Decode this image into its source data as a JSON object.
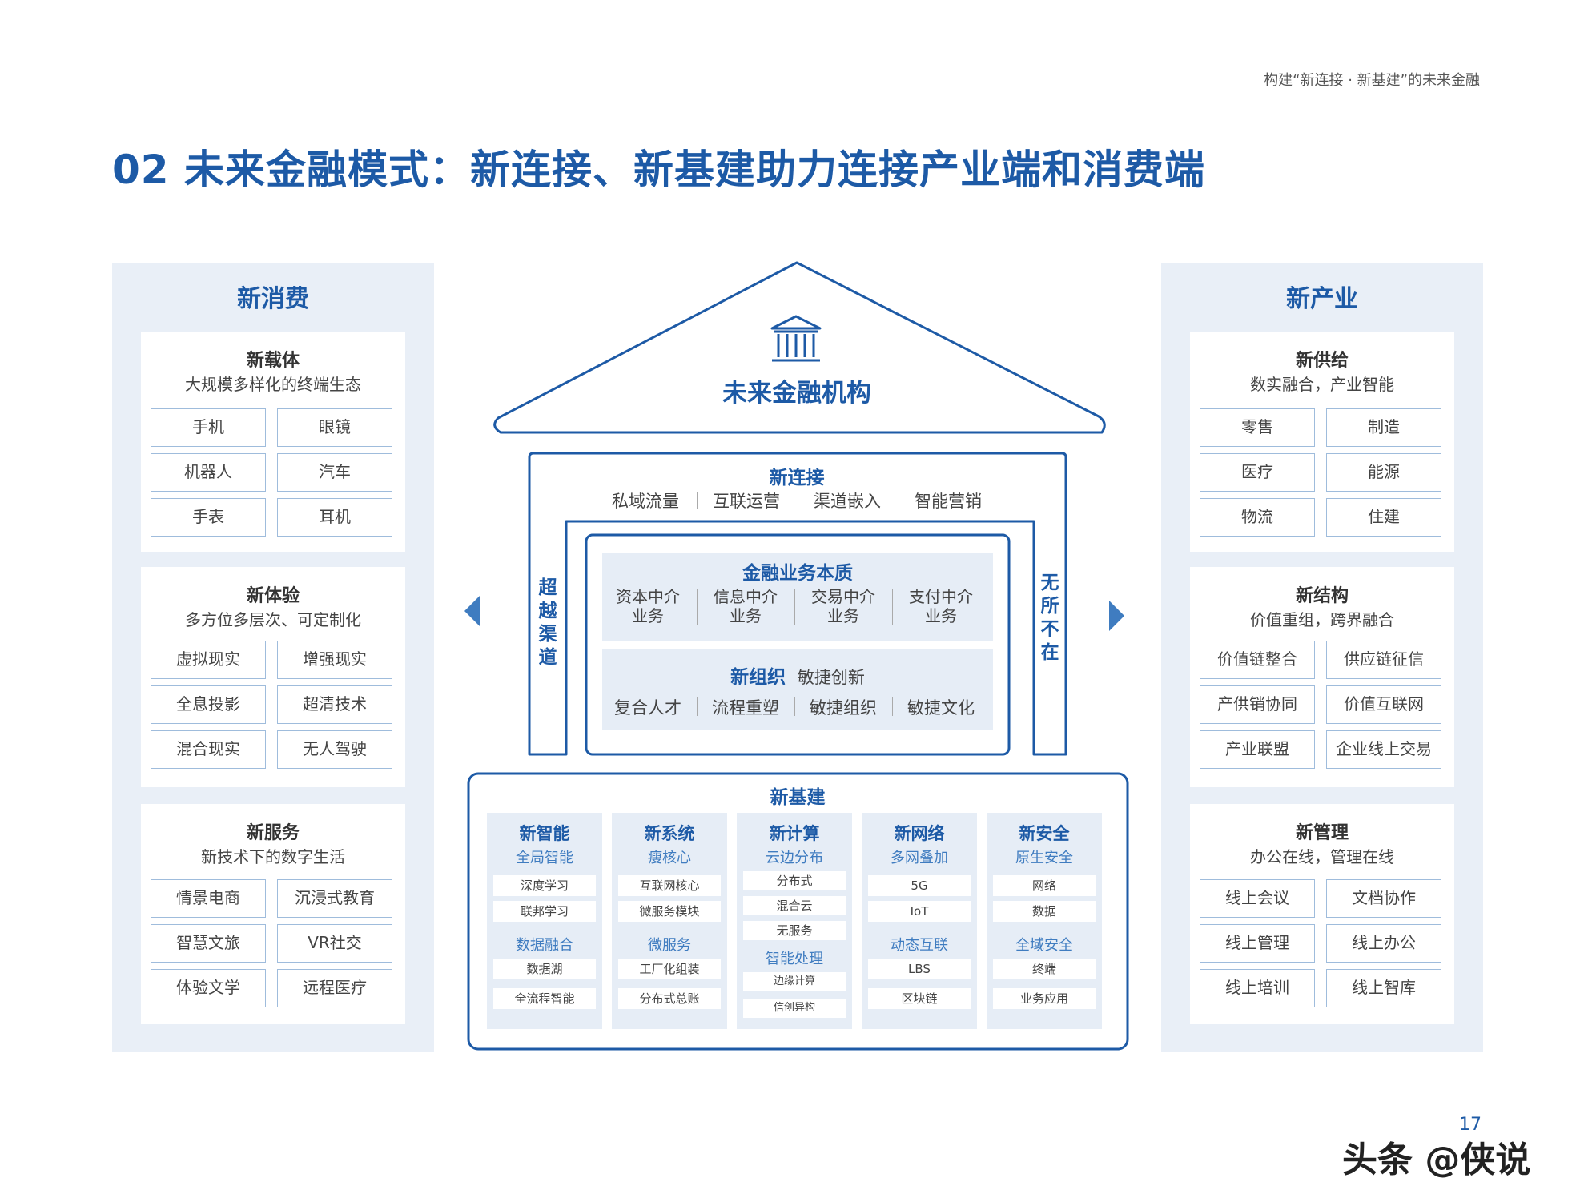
{
  "header": {
    "text": "构建“新连接 · 新基建”的未来金融"
  },
  "title": "02 未来金融模式：新连接、新基建助力连接产业端和消费端",
  "left_panel": {
    "title": "新消费",
    "cards": [
      {
        "title": "新载体",
        "subtitle": "大规模多样化的终端生态",
        "tags": [
          "手机",
          "眼镜",
          "机器人",
          "汽车",
          "手表",
          "耳机"
        ]
      },
      {
        "title": "新体验",
        "subtitle": "多方位多层次、可定制化",
        "tags": [
          "虚拟现实",
          "增强现实",
          "全息投影",
          "超清技术",
          "混合现实",
          "无人驾驶"
        ]
      },
      {
        "title": "新服务",
        "subtitle": "新技术下的数字生活",
        "tags": [
          "情景电商",
          "沉浸式教育",
          "智慧文旅",
          "VR社交",
          "体验文学",
          "远程医疗"
        ]
      }
    ]
  },
  "right_panel": {
    "title": "新产业",
    "cards": [
      {
        "title": "新供给",
        "subtitle": "数实融合，产业智能",
        "tags": [
          "零售",
          "制造",
          "医疗",
          "能源",
          "物流",
          "住建"
        ]
      },
      {
        "title": "新结构",
        "subtitle": "价值重组，跨界融合",
        "tags": [
          "价值链整合",
          "供应链征信",
          "产供销协同",
          "价值互联网",
          "产业联盟",
          "企业线上交易"
        ]
      },
      {
        "title": "新管理",
        "subtitle": "办公在线，管理在线",
        "tags": [
          "线上会议",
          "文档协作",
          "线上管理",
          "线上办公",
          "线上培训",
          "线上智库"
        ]
      }
    ]
  },
  "house": {
    "roof_title": "未来金融机构",
    "connect": {
      "title": "新连接",
      "items": [
        "私域流量",
        "互联运营",
        "渠道嵌入",
        "智能营销"
      ]
    },
    "left_pillar": "超越渠道",
    "right_pillar": "无所不在",
    "finance": {
      "title": "金融业务本质",
      "items": [
        [
          "资本中介",
          "业务"
        ],
        [
          "信息中介",
          "业务"
        ],
        [
          "交易中介",
          "业务"
        ],
        [
          "支付中介",
          "业务"
        ]
      ]
    },
    "org": {
      "title": "新组织",
      "subtitle": "敏捷创新",
      "items": [
        "复合人才",
        "流程重塑",
        "敏捷组织",
        "敏捷文化"
      ]
    },
    "infra": {
      "title": "新基建",
      "columns": [
        {
          "title": "新智能",
          "sub1": "全局智能",
          "items1": [
            "深度学习",
            "联邦学习"
          ],
          "sub2": "数据融合",
          "items2": [
            "数据湖",
            "全流程智能"
          ]
        },
        {
          "title": "新系统",
          "sub1": "瘦核心",
          "items1": [
            "互联网核心",
            "微服务模块"
          ],
          "sub2": "微服务",
          "items2": [
            "工厂化组装",
            "分布式总账"
          ]
        },
        {
          "title": "新计算",
          "sub1": "云边分布",
          "items1": [
            "分布式",
            "混合云",
            "无服务"
          ],
          "sub2": "智能处理",
          "items2": [
            "边缘计算",
            "信创异构"
          ]
        },
        {
          "title": "新网络",
          "sub1": "多网叠加",
          "items1": [
            "5G",
            "IoT"
          ],
          "sub2": "动态互联",
          "items2": [
            "LBS",
            "区块链"
          ]
        },
        {
          "title": "新安全",
          "sub1": "原生安全",
          "items1": [
            "网络",
            "数据"
          ],
          "sub2": "全域安全",
          "items2": [
            "终端",
            "业务应用"
          ]
        }
      ]
    }
  },
  "page_number": "17",
  "watermark": "头条 @侠说",
  "colors": {
    "primary": "#1d5aa6",
    "panel_bg": "#e9eff7",
    "tag_border": "#9fbcdc",
    "accent_light": "#3f7cc0"
  },
  "icons": {
    "bank": "bank-building-icon",
    "left_arrow": "triangle-left-icon",
    "right_arrow": "triangle-right-icon"
  }
}
